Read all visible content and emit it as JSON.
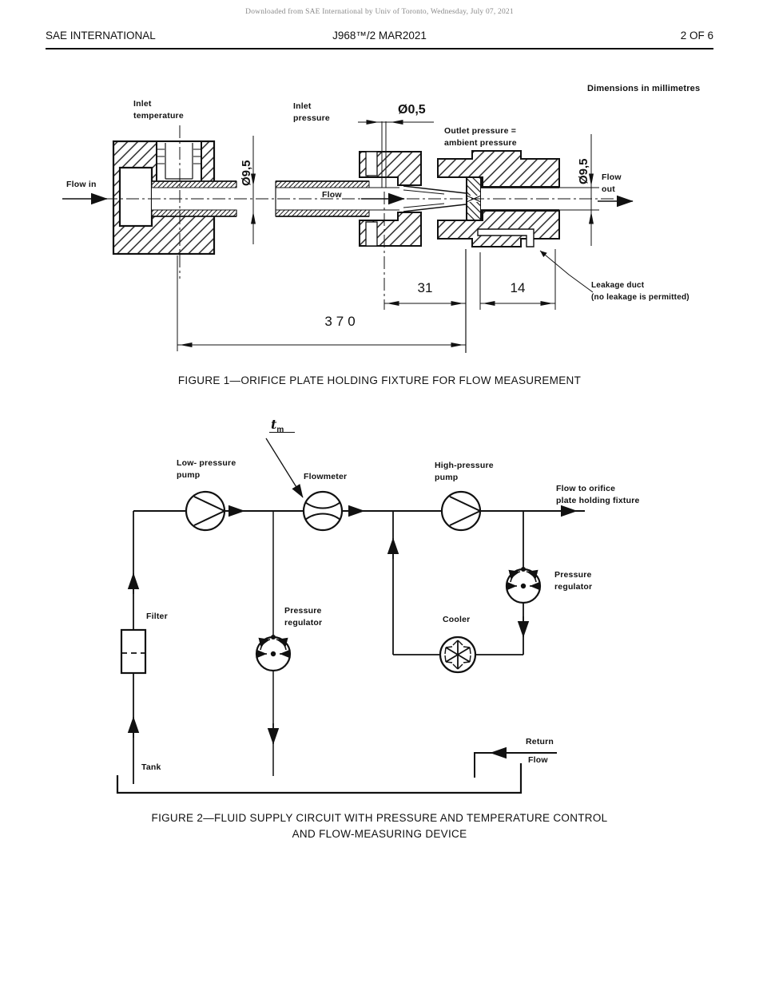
{
  "watermark": "Downloaded from SAE International by Univ of Toronto, Wednesday, July 07, 2021",
  "header": {
    "left": "SAE INTERNATIONAL",
    "center": "J968™/2 MAR2021",
    "right": "2 OF 6"
  },
  "figure1": {
    "note": "Dimensions in millimetres",
    "caption": "FIGURE 1—ORIFICE PLATE HOLDING FIXTURE FOR FLOW MEASUREMENT",
    "labels": {
      "flow_in": "Flow in",
      "inlet_temperature_1": "Inlet",
      "inlet_temperature_2": "temperature",
      "inlet_pressure_1": "Inlet",
      "inlet_pressure_2": "pressure",
      "flow": "Flow",
      "outlet_pressure_1": "Outlet pressure =",
      "outlet_pressure_2": "ambient pressure",
      "flow_out_1": "Flow",
      "flow_out_2": "out",
      "leakage_1": "Leakage duct",
      "leakage_2": "(no leakage is permitted)",
      "dia_orifice": "Ø0,5",
      "dia_bore_left": "Ø9,5",
      "dia_bore_right": "Ø9,5"
    },
    "dimensions": {
      "d31": "31",
      "d14": "14",
      "d370": "370"
    }
  },
  "figure2": {
    "caption_1": "FIGURE 2—FLUID SUPPLY CIRCUIT WITH PRESSURE AND TEMPERATURE CONTROL",
    "caption_2": "AND FLOW-MEASURING DEVICE",
    "labels": {
      "tm_main": "t",
      "tm_sub": "m",
      "low_pump_1": "Low- pressure",
      "low_pump_2": "pump",
      "flowmeter": "Flowmeter",
      "high_pump_1": "High-pressure",
      "high_pump_2": "pump",
      "flow_to_1": "Flow to orifice",
      "flow_to_2": "plate holding fixture",
      "pr_right_1": "Pressure",
      "pr_right_2": "regulator",
      "cooler": "Cooler",
      "pr_mid_1": "Pressure",
      "pr_mid_2": "regulator",
      "filter": "Filter",
      "tank": "Tank",
      "return_1": "Return",
      "return_2": "Flow"
    }
  }
}
